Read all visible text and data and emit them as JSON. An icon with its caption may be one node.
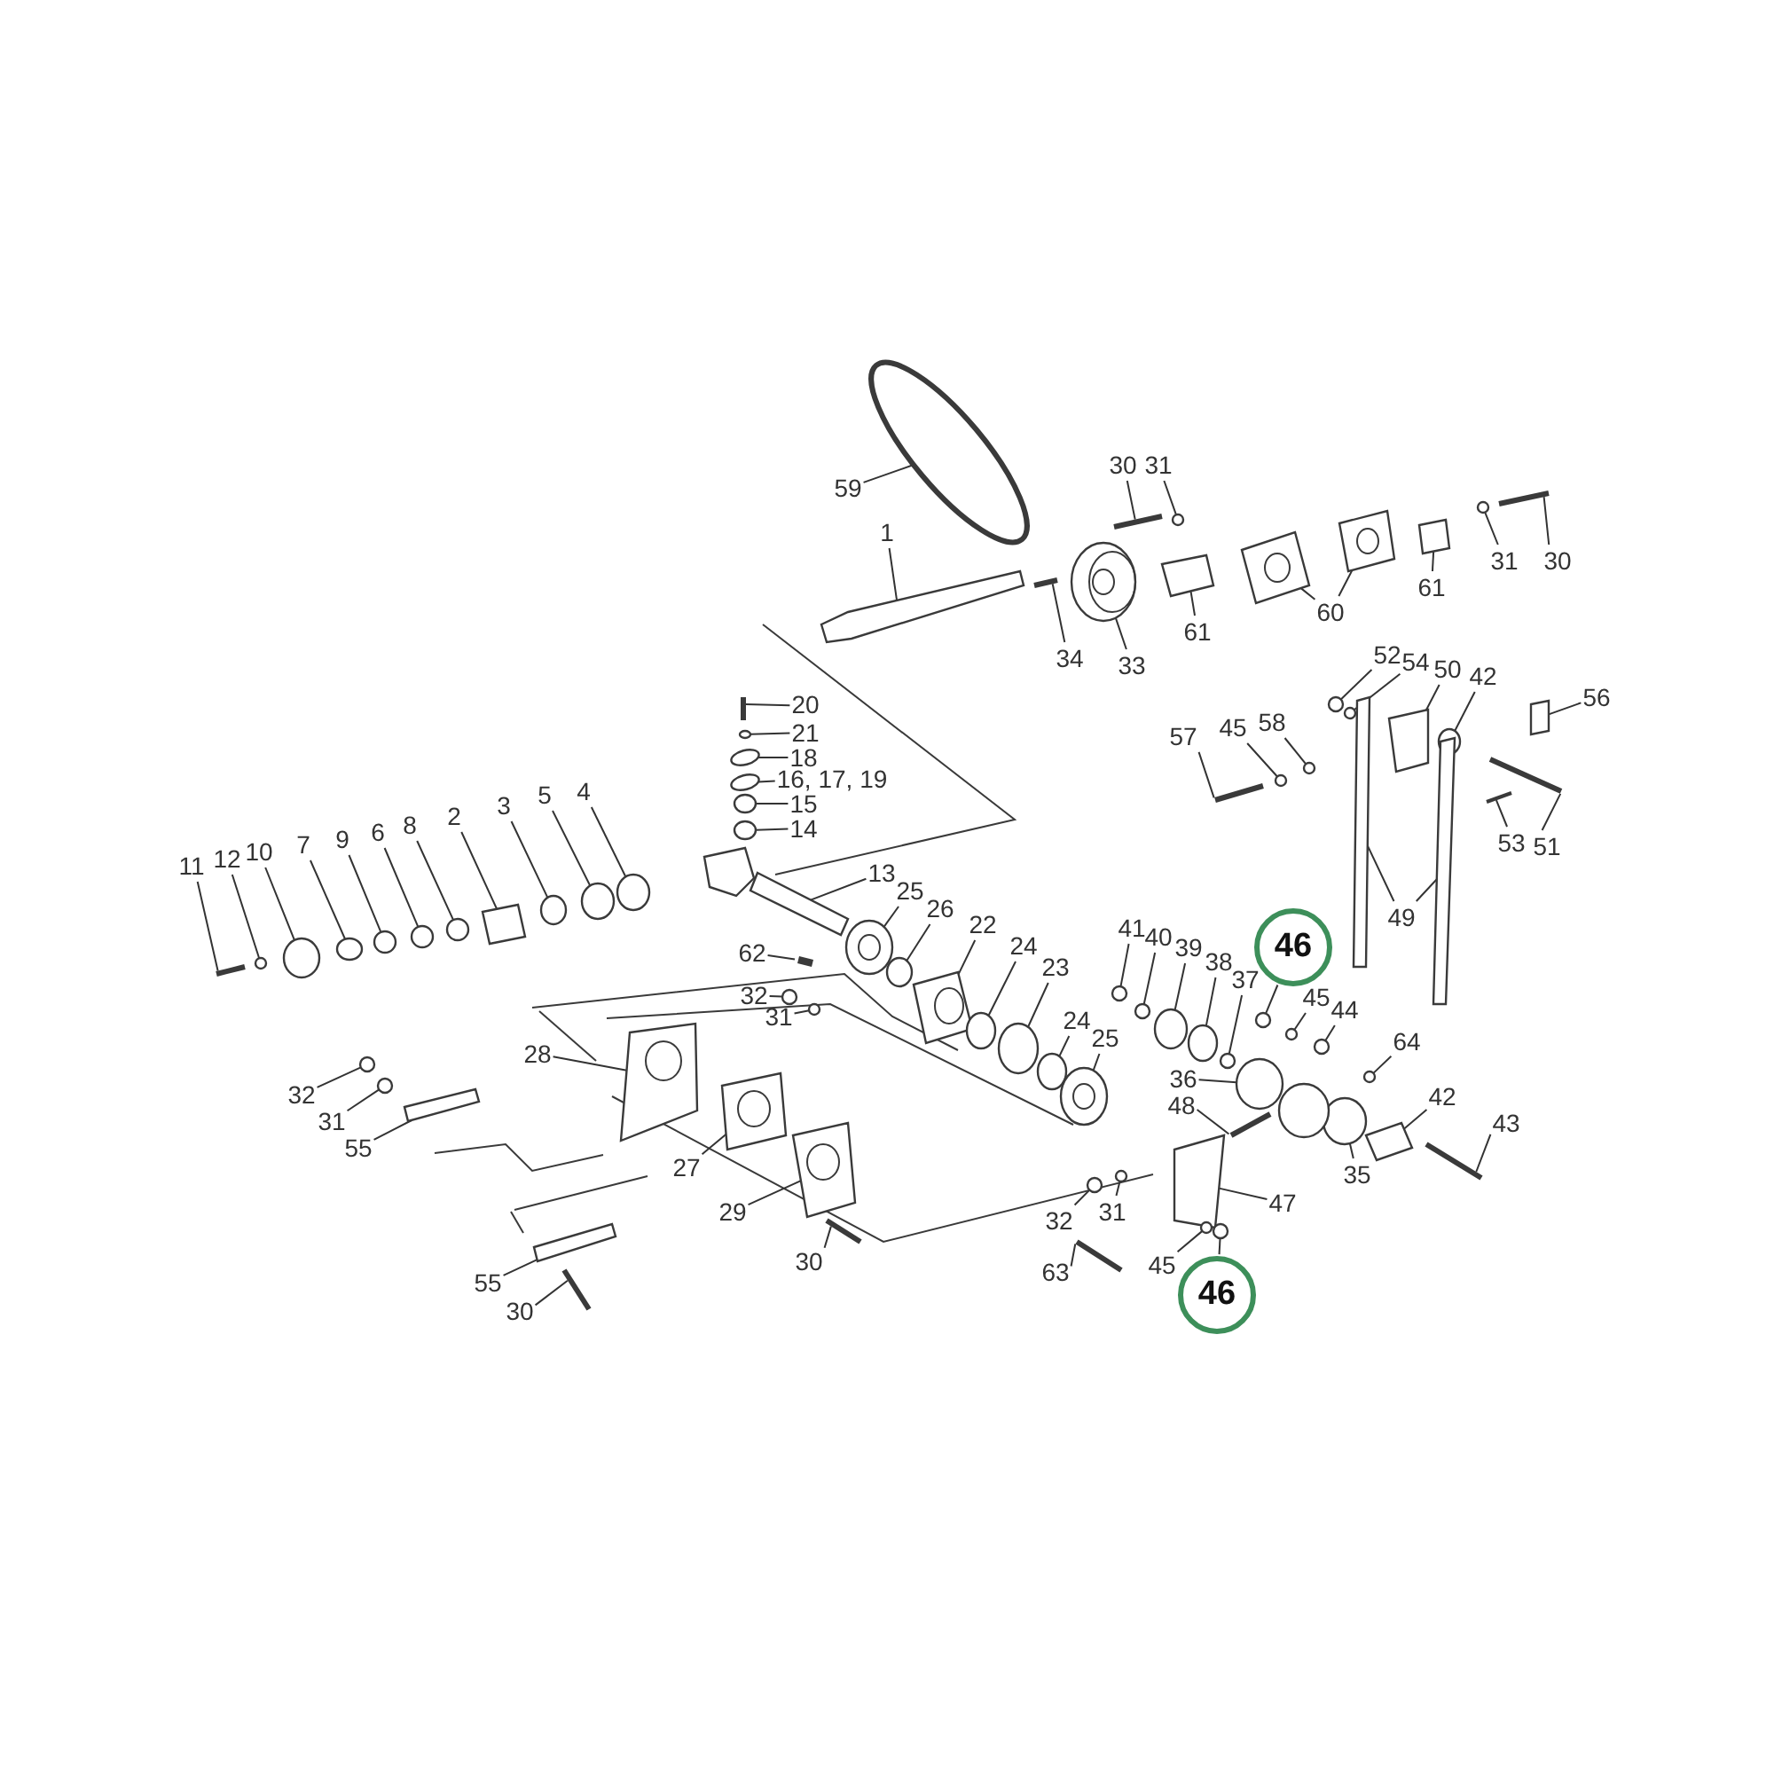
{
  "diagram": {
    "nodes": [
      {
        "text": [
          "59"
        ]
      },
      {
        "text": [
          "30"
        ]
      },
      {
        "text": [
          "31"
        ]
      },
      {
        "text": [
          "1"
        ]
      },
      {
        "text": [
          "31"
        ]
      },
      {
        "text": [
          "30"
        ]
      },
      {
        "text": [
          "60"
        ]
      },
      {
        "text": [
          "61"
        ]
      },
      {
        "text": [
          "61"
        ]
      },
      {
        "text": [
          "34"
        ]
      },
      {
        "text": [
          "33"
        ]
      },
      {
        "text": [
          "52"
        ]
      },
      {
        "text": [
          "54"
        ]
      },
      {
        "text": [
          "50"
        ]
      },
      {
        "text": [
          "42"
        ]
      },
      {
        "text": [
          "56"
        ]
      },
      {
        "text": [
          "20"
        ]
      },
      {
        "text": [
          "58"
        ]
      },
      {
        "text": [
          "45"
        ]
      },
      {
        "text": [
          "57"
        ]
      },
      {
        "text": [
          "21"
        ]
      },
      {
        "text": [
          "18"
        ]
      },
      {
        "text": [
          "16, 17, 19"
        ]
      },
      {
        "text": [
          "15"
        ]
      },
      {
        "text": [
          "14"
        ]
      },
      {
        "text": [
          "4"
        ]
      },
      {
        "text": [
          "5"
        ]
      },
      {
        "text": [
          "3"
        ]
      },
      {
        "text": [
          "2"
        ]
      },
      {
        "text": [
          "8"
        ]
      },
      {
        "text": [
          "6"
        ]
      },
      {
        "text": [
          "9"
        ]
      },
      {
        "text": [
          "7"
        ]
      },
      {
        "text": [
          "10"
        ]
      },
      {
        "text": [
          "12"
        ]
      },
      {
        "text": [
          "11"
        ]
      },
      {
        "text": [
          "53"
        ]
      },
      {
        "text": [
          "51"
        ]
      },
      {
        "text": [
          "13"
        ]
      },
      {
        "text": [
          "25"
        ]
      },
      {
        "text": [
          "26"
        ]
      },
      {
        "text": [
          "49"
        ]
      },
      {
        "text": [
          "22"
        ]
      },
      {
        "text": [
          "41"
        ]
      },
      {
        "text": [
          "40"
        ]
      },
      {
        "text": [
          "24"
        ]
      },
      {
        "text": [
          "39"
        ]
      },
      {
        "text": [
          "46"
        ]
      },
      {
        "text": [
          "38"
        ]
      },
      {
        "text": [
          "37"
        ]
      },
      {
        "text": [
          "62"
        ]
      },
      {
        "text": [
          "23"
        ]
      },
      {
        "text": [
          "32"
        ]
      },
      {
        "text": [
          "45"
        ]
      },
      {
        "text": [
          "44"
        ]
      },
      {
        "text": [
          "31"
        ]
      },
      {
        "text": [
          "24"
        ]
      },
      {
        "text": [
          "25"
        ]
      },
      {
        "text": [
          "64"
        ]
      },
      {
        "text": [
          "28"
        ]
      },
      {
        "text": [
          "36"
        ]
      },
      {
        "text": [
          "32"
        ]
      },
      {
        "text": [
          "42"
        ]
      },
      {
        "text": [
          "48"
        ]
      },
      {
        "text": [
          "43"
        ]
      },
      {
        "text": [
          "31"
        ]
      },
      {
        "text": [
          "55"
        ]
      },
      {
        "text": [
          "27"
        ]
      },
      {
        "text": [
          "35"
        ]
      },
      {
        "text": [
          "47"
        ]
      },
      {
        "text": [
          "29"
        ]
      },
      {
        "text": [
          "31"
        ]
      },
      {
        "text": [
          "32"
        ]
      },
      {
        "text": [
          "30"
        ]
      },
      {
        "text": [
          "45"
        ]
      },
      {
        "text": [
          "63"
        ]
      },
      {
        "text": [
          "55"
        ]
      },
      {
        "text": [
          "46"
        ]
      },
      {
        "text": [
          "30"
        ]
      },
      {
        "text": [],
        "shape": "circle"
      },
      {
        "text": [],
        "shape": "bar"
      },
      {
        "text": [],
        "shape": "circle"
      },
      {
        "text": [],
        "shape": "box"
      },
      {
        "text": [],
        "shape": "circle"
      },
      {
        "text": [],
        "shape": "bar"
      },
      {
        "text": [],
        "shape": "box"
      },
      {
        "text": [],
        "shape": "box"
      },
      {
        "text": [],
        "shape": "box"
      },
      {
        "text": [],
        "shape": "box"
      },
      {
        "text": [],
        "shape": "bar"
      },
      {
        "text": [],
        "shape": "circle"
      },
      {
        "text": [],
        "shape": "circle"
      },
      {
        "text": [],
        "shape": "circle"
      },
      {
        "text": [],
        "shape": "box"
      },
      {
        "text": [],
        "shape": "circle"
      },
      {
        "text": [],
        "shape": "box"
      },
      {
        "text": [],
        "shape": "bar"
      },
      {
        "text": [],
        "shape": "circle"
      },
      {
        "text": [],
        "shape": "circle"
      },
      {
        "text": [],
        "shape": "bar"
      },
      {
        "text": [],
        "shape": "circle"
      },
      {
        "text": [],
        "shape": "circle"
      },
      {
        "text": [],
        "shape": "circle"
      },
      {
        "text": [],
        "shape": "circle"
      },
      {
        "text": [],
        "shape": "circle"
      },
      {
        "text": [],
        "shape": "circle"
      },
      {
        "text": [],
        "shape": "circle"
      },
      {
        "text": [],
        "shape": "circle"
      },
      {
        "text": [],
        "shape": "box"
      },
      {
        "text": [],
        "shape": "circle"
      },
      {
        "text": [],
        "shape": "circle"
      },
      {
        "text": [],
        "shape": "circle"
      },
      {
        "text": [],
        "shape": "circle"
      },
      {
        "text": [],
        "shape": "circle"
      },
      {
        "text": [],
        "shape": "circle"
      },
      {
        "text": [],
        "shape": "bar"
      },
      {
        "text": [],
        "shape": "bar"
      },
      {
        "text": [],
        "shape": "bar"
      },
      {
        "text": [],
        "shape": "box"
      },
      {
        "text": [],
        "shape": "circle"
      },
      {
        "text": [],
        "shape": "circle"
      },
      {
        "text": [],
        "shape": "box"
      },
      {
        "text": [],
        "shape": "box"
      },
      {
        "text": [],
        "shape": "box"
      },
      {
        "text": [],
        "shape": "circle"
      },
      {
        "text": [],
        "shape": "circle"
      },
      {
        "text": [],
        "shape": "circle"
      },
      {
        "text": [],
        "shape": "circle"
      },
      {
        "text": [],
        "shape": "circle"
      },
      {
        "text": [],
        "shape": "circle"
      },
      {
        "text": [],
        "shape": "circle"
      },
      {
        "text": [],
        "shape": "bar"
      },
      {
        "text": [],
        "shape": "circle"
      },
      {
        "text": [],
        "shape": "circle"
      },
      {
        "text": [],
        "shape": "circle"
      },
      {
        "text": [],
        "shape": "circle"
      },
      {
        "text": [],
        "shape": "circle"
      },
      {
        "text": [],
        "shape": "circle"
      },
      {
        "text": [],
        "shape": "circle"
      },
      {
        "text": [],
        "shape": "circle"
      },
      {
        "text": [],
        "shape": "box"
      },
      {
        "text": [],
        "shape": "circle"
      },
      {
        "text": [],
        "shape": "circle"
      },
      {
        "text": [],
        "shape": "box"
      },
      {
        "text": [],
        "shape": "bar"
      },
      {
        "text": [],
        "shape": "bar"
      },
      {
        "text": [],
        "shape": "circle"
      },
      {
        "text": [],
        "shape": "box"
      },
      {
        "text": [],
        "shape": "box"
      },
      {
        "text": [],
        "shape": "circle"
      },
      {
        "text": [],
        "shape": "box"
      },
      {
        "text": [],
        "shape": "box"
      },
      {
        "text": [],
        "shape": "circle"
      },
      {
        "text": [],
        "shape": "circle"
      },
      {
        "text": [],
        "shape": "bar"
      },
      {
        "text": [],
        "shape": "circle"
      },
      {
        "text": [],
        "shape": "bar"
      },
      {
        "text": [],
        "shape": "box"
      },
      {
        "text": [],
        "shape": "circle"
      },
      {
        "text": [],
        "shape": "bar"
      },
      {
        "text": [],
        "shape": "box"
      },
      {
        "text": [],
        "shape": "circle"
      }
    ],
    "edges": [
      {
        "from": 0,
        "to": 79,
        "arrow": "none"
      },
      {
        "from": 1,
        "to": 80,
        "arrow": "none"
      },
      {
        "from": 2,
        "to": 81,
        "arrow": "none"
      },
      {
        "from": 3,
        "to": 82,
        "arrow": "none"
      },
      {
        "from": 4,
        "to": 83,
        "arrow": "none"
      },
      {
        "from": 5,
        "to": 84,
        "arrow": "none"
      },
      {
        "from": 6,
        "to": 85,
        "arrow": "none"
      },
      {
        "from": 6,
        "to": 86,
        "arrow": "none"
      },
      {
        "from": 7,
        "to": 87,
        "arrow": "none"
      },
      {
        "from": 8,
        "to": 88,
        "arrow": "none"
      },
      {
        "from": 9,
        "to": 89,
        "arrow": "none"
      },
      {
        "from": 10,
        "to": 90,
        "arrow": "none"
      },
      {
        "from": 11,
        "to": 91,
        "arrow": "none"
      },
      {
        "from": 12,
        "to": 92,
        "arrow": "none"
      },
      {
        "from": 13,
        "to": 93,
        "arrow": "none"
      },
      {
        "from": 14,
        "to": 94,
        "arrow": "none"
      },
      {
        "from": 15,
        "to": 95,
        "arrow": "none"
      },
      {
        "from": 16,
        "to": 96,
        "arrow": "none"
      },
      {
        "from": 17,
        "to": 97,
        "arrow": "none"
      },
      {
        "from": 18,
        "to": 98,
        "arrow": "none"
      },
      {
        "from": 19,
        "to": 99,
        "arrow": "none"
      },
      {
        "from": 20,
        "to": 100,
        "arrow": "none"
      },
      {
        "from": 21,
        "to": 101,
        "arrow": "none"
      },
      {
        "from": 22,
        "to": 102,
        "arrow": "none"
      },
      {
        "from": 23,
        "to": 103,
        "arrow": "none"
      },
      {
        "from": 24,
        "to": 104,
        "arrow": "none"
      },
      {
        "from": 25,
        "to": 105,
        "arrow": "none"
      },
      {
        "from": 26,
        "to": 106,
        "arrow": "none"
      },
      {
        "from": 27,
        "to": 107,
        "arrow": "none"
      },
      {
        "from": 28,
        "to": 108,
        "arrow": "none"
      },
      {
        "from": 29,
        "to": 109,
        "arrow": "none"
      },
      {
        "from": 30,
        "to": 110,
        "arrow": "none"
      },
      {
        "from": 31,
        "to": 111,
        "arrow": "none"
      },
      {
        "from": 32,
        "to": 112,
        "arrow": "none"
      },
      {
        "from": 33,
        "to": 113,
        "arrow": "none"
      },
      {
        "from": 34,
        "to": 114,
        "arrow": "none"
      },
      {
        "from": 35,
        "to": 115,
        "arrow": "none"
      },
      {
        "from": 36,
        "to": 116,
        "arrow": "none"
      },
      {
        "from": 37,
        "to": 117,
        "arrow": "none"
      },
      {
        "from": 38,
        "to": 118,
        "arrow": "none"
      },
      {
        "from": 39,
        "to": 119,
        "arrow": "none"
      },
      {
        "from": 40,
        "to": 120,
        "arrow": "none"
      },
      {
        "from": 41,
        "to": 121,
        "arrow": "none"
      },
      {
        "from": 41,
        "to": 122,
        "arrow": "none"
      },
      {
        "from": 42,
        "to": 123,
        "arrow": "none"
      },
      {
        "from": 43,
        "to": 124,
        "arrow": "none"
      },
      {
        "from": 44,
        "to": 125,
        "arrow": "none"
      },
      {
        "from": 45,
        "to": 126,
        "arrow": "none"
      },
      {
        "from": 46,
        "to": 127,
        "arrow": "none"
      },
      {
        "from": 47,
        "to": 128,
        "arrow": "none"
      },
      {
        "from": 48,
        "to": 129,
        "arrow": "none"
      },
      {
        "from": 49,
        "to": 130,
        "arrow": "none"
      },
      {
        "from": 50,
        "to": 131,
        "arrow": "none"
      },
      {
        "from": 51,
        "to": 132,
        "arrow": "none"
      },
      {
        "from": 52,
        "to": 133,
        "arrow": "none"
      },
      {
        "from": 53,
        "to": 134,
        "arrow": "none"
      },
      {
        "from": 54,
        "to": 135,
        "arrow": "none"
      },
      {
        "from": 55,
        "to": 136,
        "arrow": "none"
      },
      {
        "from": 56,
        "to": 137,
        "arrow": "none"
      },
      {
        "from": 57,
        "to": 138,
        "arrow": "none"
      },
      {
        "from": 58,
        "to": 139,
        "arrow": "none"
      },
      {
        "from": 59,
        "to": 140,
        "arrow": "none"
      },
      {
        "from": 60,
        "to": 141,
        "arrow": "none"
      },
      {
        "from": 61,
        "to": 142,
        "arrow": "none"
      },
      {
        "from": 62,
        "to": 143,
        "arrow": "none"
      },
      {
        "from": 63,
        "to": 144,
        "arrow": "none"
      },
      {
        "from": 64,
        "to": 145,
        "arrow": "none"
      },
      {
        "from": 65,
        "to": 146,
        "arrow": "none"
      },
      {
        "from": 66,
        "to": 147,
        "arrow": "none"
      },
      {
        "from": 67,
        "to": 148,
        "arrow": "none"
      },
      {
        "from": 68,
        "to": 149,
        "arrow": "none"
      },
      {
        "from": 69,
        "to": 150,
        "arrow": "none"
      },
      {
        "from": 70,
        "to": 151,
        "arrow": "none"
      },
      {
        "from": 71,
        "to": 152,
        "arrow": "none"
      },
      {
        "from": 72,
        "to": 153,
        "arrow": "none"
      },
      {
        "from": 73,
        "to": 154,
        "arrow": "none"
      },
      {
        "from": 74,
        "to": 155,
        "arrow": "none"
      },
      {
        "from": 75,
        "to": 156,
        "arrow": "none"
      },
      {
        "from": 76,
        "to": 157,
        "arrow": "none"
      },
      {
        "from": 77,
        "to": 158,
        "arrow": "none"
      },
      {
        "from": 78,
        "to": 159,
        "arrow": "none"
      }
    ]
  }
}
